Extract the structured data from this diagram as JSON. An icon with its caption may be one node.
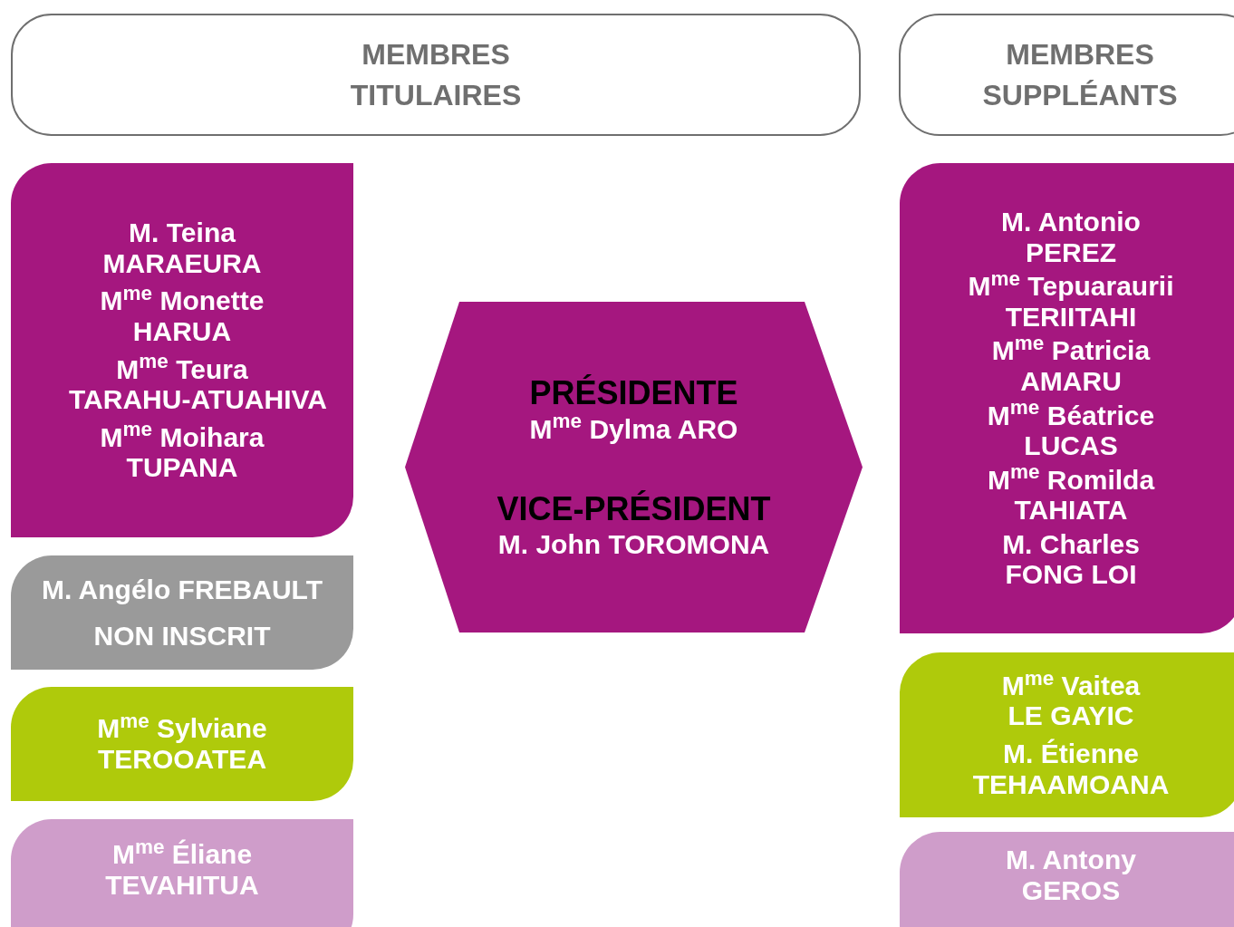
{
  "diagram": {
    "nodes": [
      {
        "text": [
          "MEMBRES TITULAIRES"
        ]
      },
      {
        "text": [
          "MEMBRES SUPPLÉANTS"
        ]
      },
      {
        "text": [
          "M. Teina MARAEURA",
          "M$^{me}$ Monette HARUA",
          "M$^{me}$ Teura TARAHU-ATUAHIVA",
          "M$^{me}$ Moihara TUPANA"
        ]
      },
      {
        "text": [
          "M. Angélo FREBAULT",
          "NON INSCRIT"
        ]
      },
      {
        "text": [
          "M$^{me}$ Sylviane TEROOATEA"
        ]
      },
      {
        "text": [
          "M$^{me}$ Éliane TEVAHITUA"
        ]
      },
      {
        "text": [
          "PRÉSIDENTE",
          "M$^{me}$ Dylma ARO",
          "VICE-PRÉSIDENT",
          "M. John TOROMONA"
        ]
      },
      {
        "text": [
          "M. Antonio PEREZ",
          "M$^{me}$ Tepuaraurii TERIITAHI",
          "M$^{me}$ Patricia AMARU",
          "M$^{me}$ Béatrice LUCAS",
          "M$^{me}$ Romilda TAHIATA",
          "M. Charles FONG LOI"
        ]
      },
      {
        "text": [
          "M$^{me}$ Vaitea LE GAYIC",
          "M. Étienne TEHAAMOANA"
        ]
      },
      {
        "text": [
          "M. Antony GEROS"
        ]
      }
    ]
  }
}
